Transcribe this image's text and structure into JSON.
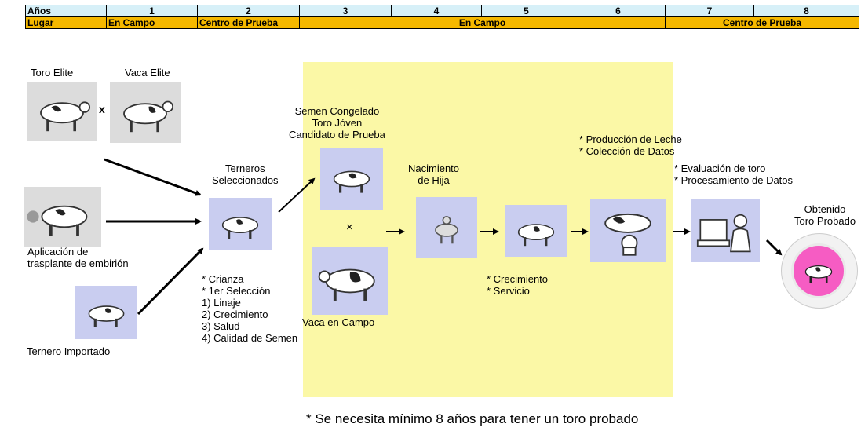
{
  "header": {
    "years_label": "Años",
    "years": [
      "1",
      "2",
      "3",
      "4",
      "5",
      "6",
      "7",
      "8"
    ],
    "place_label": "Lugar",
    "places": [
      "En Campo",
      "Centro de Prueba",
      "En Campo",
      "Centro de Prueba"
    ]
  },
  "labels": {
    "toro_elite": "Toro Elite",
    "vaca_elite": "Vaca Elite",
    "cross_1": "x",
    "aplicacion": "Aplicación de\ntrasplante de embirión",
    "ternero_importado": "Ternero Importado",
    "terneros_sel": "Terneros\nSeleccionados",
    "crianza": "* Crianza\n* 1er Selección\n1) Linaje\n2) Crecimiento\n3) Salud\n4) Calidad de Semen",
    "semen": "Semen Congelado\nToro Jóven\nCandidato de Prueba",
    "cross_2": "×",
    "vaca_campo": "Vaca en Campo",
    "nacimiento": "Nacimiento\nde Hija",
    "crecimiento": "* Crecimiento\n* Servicio",
    "produccion": "* Producción de Leche\n* Colección de Datos",
    "evaluacion": "* Evaluación de toro\n* Procesamiento de Datos",
    "obtenido": "Obtenido\nToro Probado"
  },
  "footnote": "* Se necesita mínimo 8 años para tener un toro probado",
  "colors": {
    "header_years": "#d7f0f8",
    "header_place": "#f5b800",
    "highlight_zone": "#fbf8a6",
    "cow_box": "#c9cdf0",
    "badge": "#f65cc3"
  },
  "icons": [
    "cow-icon",
    "arrow-icon",
    "computer-icon",
    "milking-icon",
    "badge-icon"
  ]
}
